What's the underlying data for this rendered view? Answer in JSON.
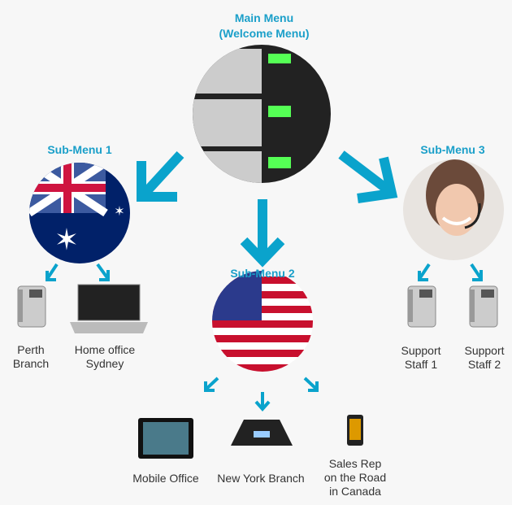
{
  "main": {
    "title": "Main Menu",
    "subtitle": "(Welcome Menu)",
    "icon": "server-rack"
  },
  "submenus": [
    {
      "title": "Sub-Menu 1",
      "icon": "australia-flag",
      "items": [
        {
          "lines": [
            "Perth",
            "Branch"
          ],
          "icon": "desk-phone"
        },
        {
          "lines": [
            "Home office",
            "Sydney"
          ],
          "icon": "laptop"
        }
      ]
    },
    {
      "title": "Sub-Menu 2",
      "icon": "usa-flag",
      "items": [
        {
          "lines": [
            "Mobile Office"
          ],
          "icon": "tablet"
        },
        {
          "lines": [
            "New York Branch"
          ],
          "icon": "conference-phone"
        },
        {
          "lines": [
            "Sales Rep",
            "on the Road",
            "in Canada"
          ],
          "icon": "smartphone"
        }
      ]
    },
    {
      "title": "Sub-Menu 3",
      "icon": "support-agent",
      "items": [
        {
          "lines": [
            "Support",
            "Staff 1"
          ],
          "icon": "desk-phone"
        },
        {
          "lines": [
            "Support",
            "Staff 2"
          ],
          "icon": "desk-phone"
        }
      ]
    }
  ],
  "colors": {
    "accent": "#0aa3cc",
    "background": "#f7f7f7",
    "text": "#333333"
  }
}
